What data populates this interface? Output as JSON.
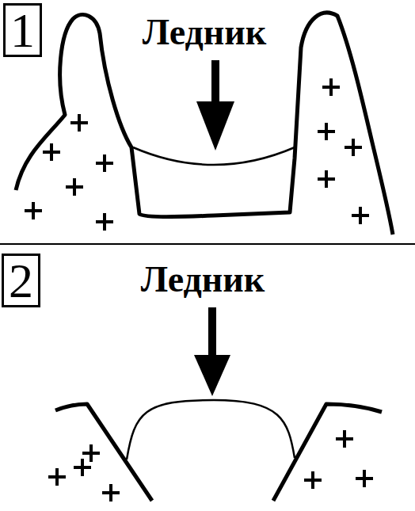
{
  "diagram": {
    "labels": [
      "1",
      "Ледник",
      "2",
      "Ледник"
    ]
  }
}
